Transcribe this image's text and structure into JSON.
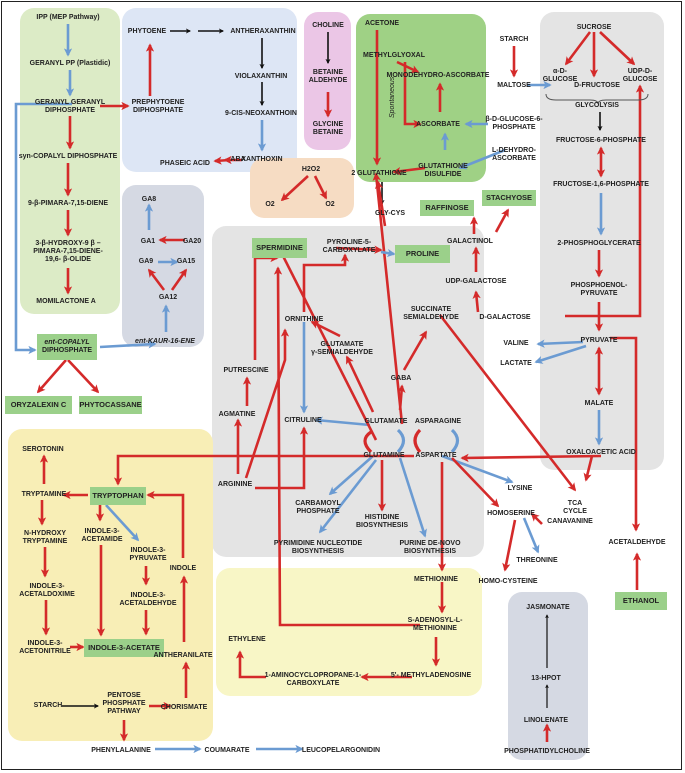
{
  "nodes": {
    "ipp": "IPP (MEP Pathway)",
    "geranyl_pp": "GERANYL PP (Plastidic)",
    "ggpp": [
      "GERANYL GERANYL",
      "DIPHOSPHATE"
    ],
    "syn_cpp": "syn-COPALYL DIPHOSPHATE",
    "pimaradiene": "9-β-PIMARA-7,15-DIENE",
    "hydroxy_olide": [
      "3-β-HYDROXY-9 β –",
      "PIMARA-7,15-DIENE-",
      "19,6- β-OLIDE"
    ],
    "momilactone": "MOMILACTONE A",
    "phytoene": "PHYTOENE",
    "prephytoene": [
      "PREPHYTOENE",
      "DIPHOSPHATE"
    ],
    "antheraxanthin": "ANTHERAXANTHIN",
    "violaxanthin": "VIOLAXANTHIN",
    "cis_neoxanthin": "9-CIS-NEOXANTHOIN",
    "xanthoxin": "XANTHOXIN",
    "aba": "ABA",
    "phaseic": "PHASEIC ACID",
    "choline": "CHOLINE",
    "betaine_ald": [
      "BETAINE",
      "ALDEHYDE"
    ],
    "glycine_betaine": [
      "GLYCINE",
      "BETAINE"
    ],
    "h2o2": "H2O2",
    "o2_left": "O2",
    "o2_right": "O2",
    "acetone": "ACETONE",
    "methylglyoxal": "METHYLGLYOXAL",
    "mdha": "MONODEHYDRO-ASCORBATE",
    "spontaneous": "Spontaneous",
    "ascorbate": "ASCORBATE",
    "glutathione": "2 GLUTATHIONE",
    "gssg": [
      "GLUTATHIONE",
      "DISULFIDE"
    ],
    "l_dha": [
      "L-DEHYDRO-",
      "ASCORBATE"
    ],
    "glycys": "GLY-CYS",
    "b_dglu6p": [
      "β-D-GLUCOSE-6-",
      "PHOSPHATE"
    ],
    "starch_top": "STARCH",
    "maltose": "MALTOSE",
    "sucrose": "SUCROSE",
    "a_dglucose": [
      "α-D-",
      "GLUCOSE"
    ],
    "d_fructose": "D-FRUCTOSE",
    "udp_dglucose": [
      "UDP-D-",
      "GLUCOSE"
    ],
    "glycolysis": "GLYCOLYSIS",
    "f6p": "FRUCTOSE-6-PHOSPHATE",
    "f16p": "FRUCTOSE-1,6-PHOSPHATE",
    "pga2": "2-PHOSPHOGLYCERATE",
    "pep": [
      "PHOSPHOENOL-",
      "PYRUVATE"
    ],
    "pyruvate": "PYRUVATE",
    "malate": "MALATE",
    "oaa": "OXALOACETIC ACID",
    "lactate": "LACTATE",
    "valine": "VALINE",
    "acetaldehyde": "ACETALDEHYDE",
    "galactinol": "GALACTINOL",
    "udp_gal": "UDP-GALACTOSE",
    "d_gal": "D-GALACTOSE",
    "ga": {
      "ga8": "GA8",
      "ga1": "GA1",
      "ga20": "GA20",
      "ga9": "GA9",
      "ga15": "GA15",
      "ga12": "GA12"
    },
    "ent_kaurene": "ent-KAUR-16-ENE",
    "ent_cpp": [
      "ent-COPALYL",
      "DIPHOSPHATE"
    ],
    "pyrroline": [
      "PYROLINE-5-",
      "CARBOXYLATE"
    ],
    "ornithine": "ORNITHINE",
    "glu_semi": [
      "GLUTAMATE",
      "γ-SEMIALDEHYDE"
    ],
    "succ_semi": [
      "SUCCINATE",
      "SEMIALDEHYDE"
    ],
    "gaba": "GABA",
    "putrescine": "PUTRESCINE",
    "agmatine": "AGMATINE",
    "citruline": "CITRULINE",
    "glutamate": "GLUTAMATE",
    "asparagine": "ASPARAGINE",
    "glutamine": "GLUTAMINE",
    "aspartate": "ASPARTATE",
    "arginine": "ARGININE",
    "carb_p": [
      "CARBAMOYL",
      "PHOSPHATE"
    ],
    "histidine": [
      "HISTIDINE",
      "BIOSYNTHESIS"
    ],
    "pyrimidine": [
      "PYRIMIDINE NUCLEOTIDE",
      "BIOSYNTHESIS"
    ],
    "purine": [
      "PURINE DE-NOVO",
      "BIOSYNTHESIS"
    ],
    "lysine": "LYSINE",
    "homoserine": "HOMOSERINE",
    "canavanine": "CANAVANINE",
    "threonine": "THREONINE",
    "homocys": "HOMO-CYSTEINE",
    "tca": [
      "TCA",
      "CYCLE"
    ],
    "methionine": "METHIONINE",
    "sam": [
      "S-ADENOSYL-L-",
      "METHIONINE"
    ],
    "ethylene": "ETHYLENE",
    "acc": [
      "1-AMINOCYCLOPROPANE-1-",
      "CARBOXYLATE"
    ],
    "mta": "5'- METHYLADENOSINE",
    "serotonin": "SEROTONIN",
    "tryptamine": "TRYPTAMINE",
    "nh_tryptamine": [
      "N-HYDROXY",
      "TRYPTAMINE"
    ],
    "iaox": [
      "INDOLE-3-",
      "ACETALDOXIME"
    ],
    "ian": [
      "INDOLE-3-",
      "ACETONITRILE"
    ],
    "iam": [
      "INDOLE-3-",
      "ACETAMIDE"
    ],
    "ipa": [
      "INDOLE-3-",
      "PYRUVATE"
    ],
    "iaald": [
      "INDOLE-3-",
      "ACETALDEHYDE"
    ],
    "indole": "INDOLE",
    "anthranilate": [
      "ANTHERANILATE"
    ],
    "starch_bottom": "STARCH",
    "ppp": [
      "PENTOSE",
      "PHOSPHATE",
      "PATHWAY"
    ],
    "chorismate": "CHORISMATE",
    "phenylalanine": "PHENYLALANINE",
    "coumarate": "COUMARATE",
    "leuco": "LEUCOPELARGONIDIN",
    "jasmonate": "JASMONATE",
    "hpot": "13-HPOT",
    "linolenate": "LINOLENATE",
    "pc": "PHOSPHATIDYLCHOLINE"
  },
  "boxes": {
    "raffinose": "RAFFINOSE",
    "stachyose": "STACHYOSE",
    "spermidine": "SPERMIDINE",
    "proline": "PROLINE",
    "oryzalexin": "ORYZALEXIN C",
    "phytocassane": "PHYTOCASSANE",
    "tryptophan": "TRYPTOPHAN",
    "iaa": "INDOLE-3-ACETATE",
    "ethanol": "ETHANOL"
  },
  "colors": {
    "red_arrow": "#d42a2a",
    "blue_arrow": "#6b9bd2",
    "black_arrow": "#111111",
    "green_region": "#dcebc6",
    "blue_region": "#dde6f5",
    "pink_region": "#ebc6e6",
    "peach_region": "#f6dcc3",
    "acetone_region": "#9fd185",
    "grey_region": "#e4e4e4",
    "slate_region": "#d5d9e3",
    "yellow_region": "#f8eeb6",
    "light_yellow_region": "#f8f6c6",
    "product_box": "#9bd08a"
  }
}
